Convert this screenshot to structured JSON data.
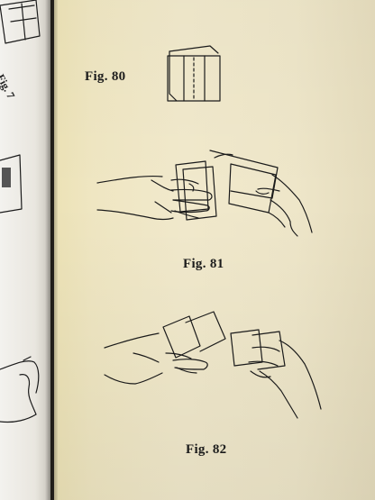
{
  "figures": {
    "fig80": {
      "caption": "Fig. 80"
    },
    "fig81": {
      "caption": "Fig. 81"
    },
    "fig82": {
      "caption": "Fig. 82"
    },
    "prev_page_fig": {
      "caption": "Fig. 7"
    }
  },
  "colors": {
    "page": "#efe6c2",
    "ink": "#1b1b1b",
    "left_page": "#eeece7"
  }
}
